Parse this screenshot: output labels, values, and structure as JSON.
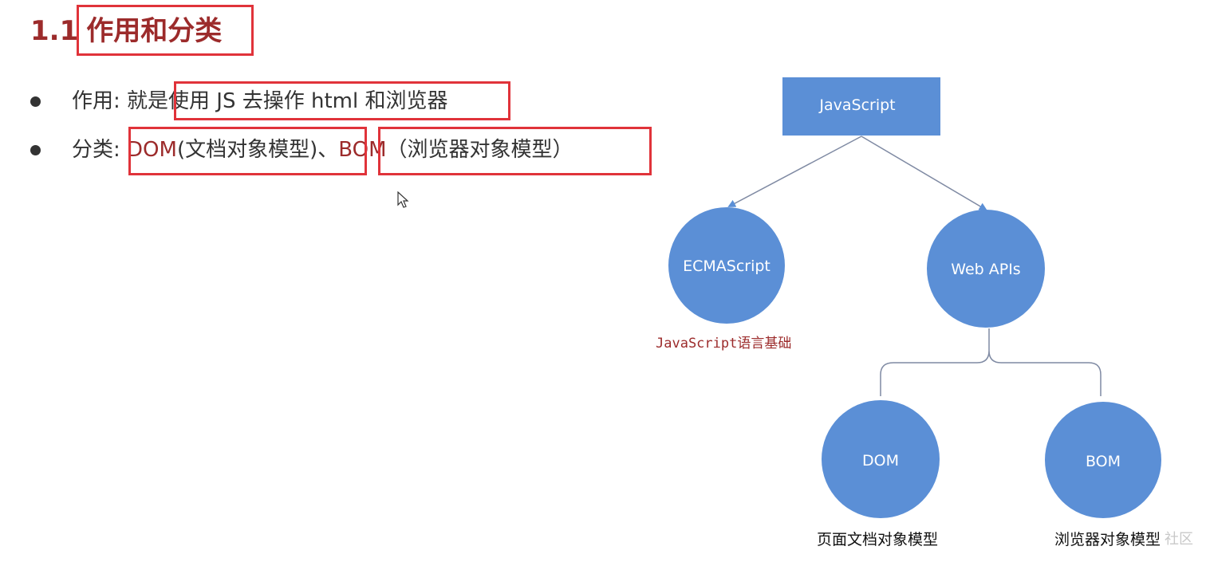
{
  "title": {
    "number": "1.1",
    "text": "作用和分类"
  },
  "bullets": {
    "b1": {
      "prefix": "作用: 就是",
      "highlight": "使用 JS 去操作 html 和浏览器"
    },
    "b2": {
      "prefix": "分类:",
      "dom": "DOM",
      "dom_rest": "(文档对象模型)",
      "sep": "、",
      "bom": "BOM",
      "bom_rest": "（浏览器对象模型）"
    }
  },
  "diagram": {
    "root": "JavaScript",
    "ecma": "ECMAScript",
    "webapis": "Web APIs",
    "dom": "DOM",
    "bom": "BOM",
    "ecma_caption": "JavaScript语言基础",
    "dom_caption": "页面文档对象模型",
    "bom_caption": "浏览器对象模型"
  },
  "watermark": "社区",
  "colors": {
    "node_blue": "#5b8fd6",
    "accent_red": "#e0333a",
    "text_red": "#9c2b2b"
  }
}
